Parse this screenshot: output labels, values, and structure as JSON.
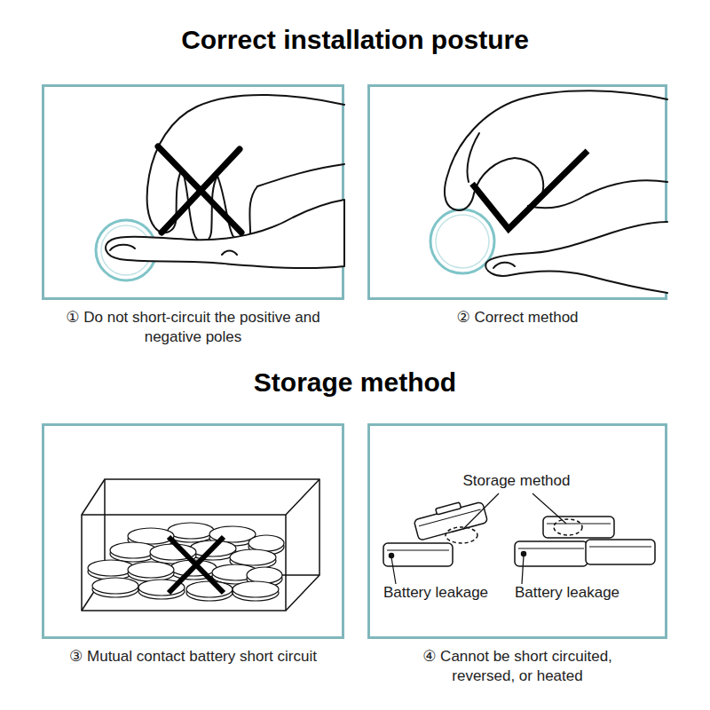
{
  "diagram": {
    "title": "Correct installation posture",
    "nodes": [
      {
        "text": [
          "① Do not short-circuit the positive and negative poles"
        ]
      },
      {
        "text": [
          "② Correct method"
        ]
      },
      {
        "text": [
          "③ Mutual contact battery short circuit"
        ]
      },
      {
        "text": [
          "④ Cannot be short circuited, reversed, or heated"
        ]
      }
    ],
    "labels": [
      "Storage method",
      "Storage method",
      "Battery leakage",
      "Battery leakage"
    ]
  }
}
